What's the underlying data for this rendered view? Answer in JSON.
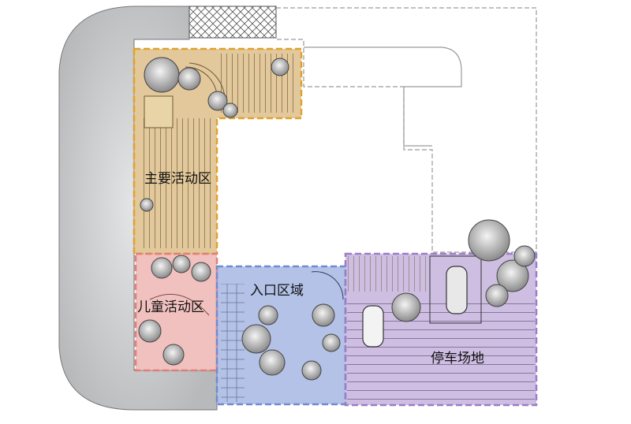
{
  "zones": {
    "main_activity": {
      "label": "主要活动区",
      "color": "#d9b679"
    },
    "children_activity": {
      "label": "儿童活动区",
      "color": "#e9a7a3"
    },
    "entrance": {
      "label": "入口区域",
      "color": "#93a8dc"
    },
    "parking": {
      "label": "停车场地",
      "color": "#b9a2d6"
    }
  },
  "colors": {
    "ground": "#c9cbcc",
    "outline": "#555555",
    "house_outline": "#9a9a9a",
    "hatch": "#444444"
  }
}
